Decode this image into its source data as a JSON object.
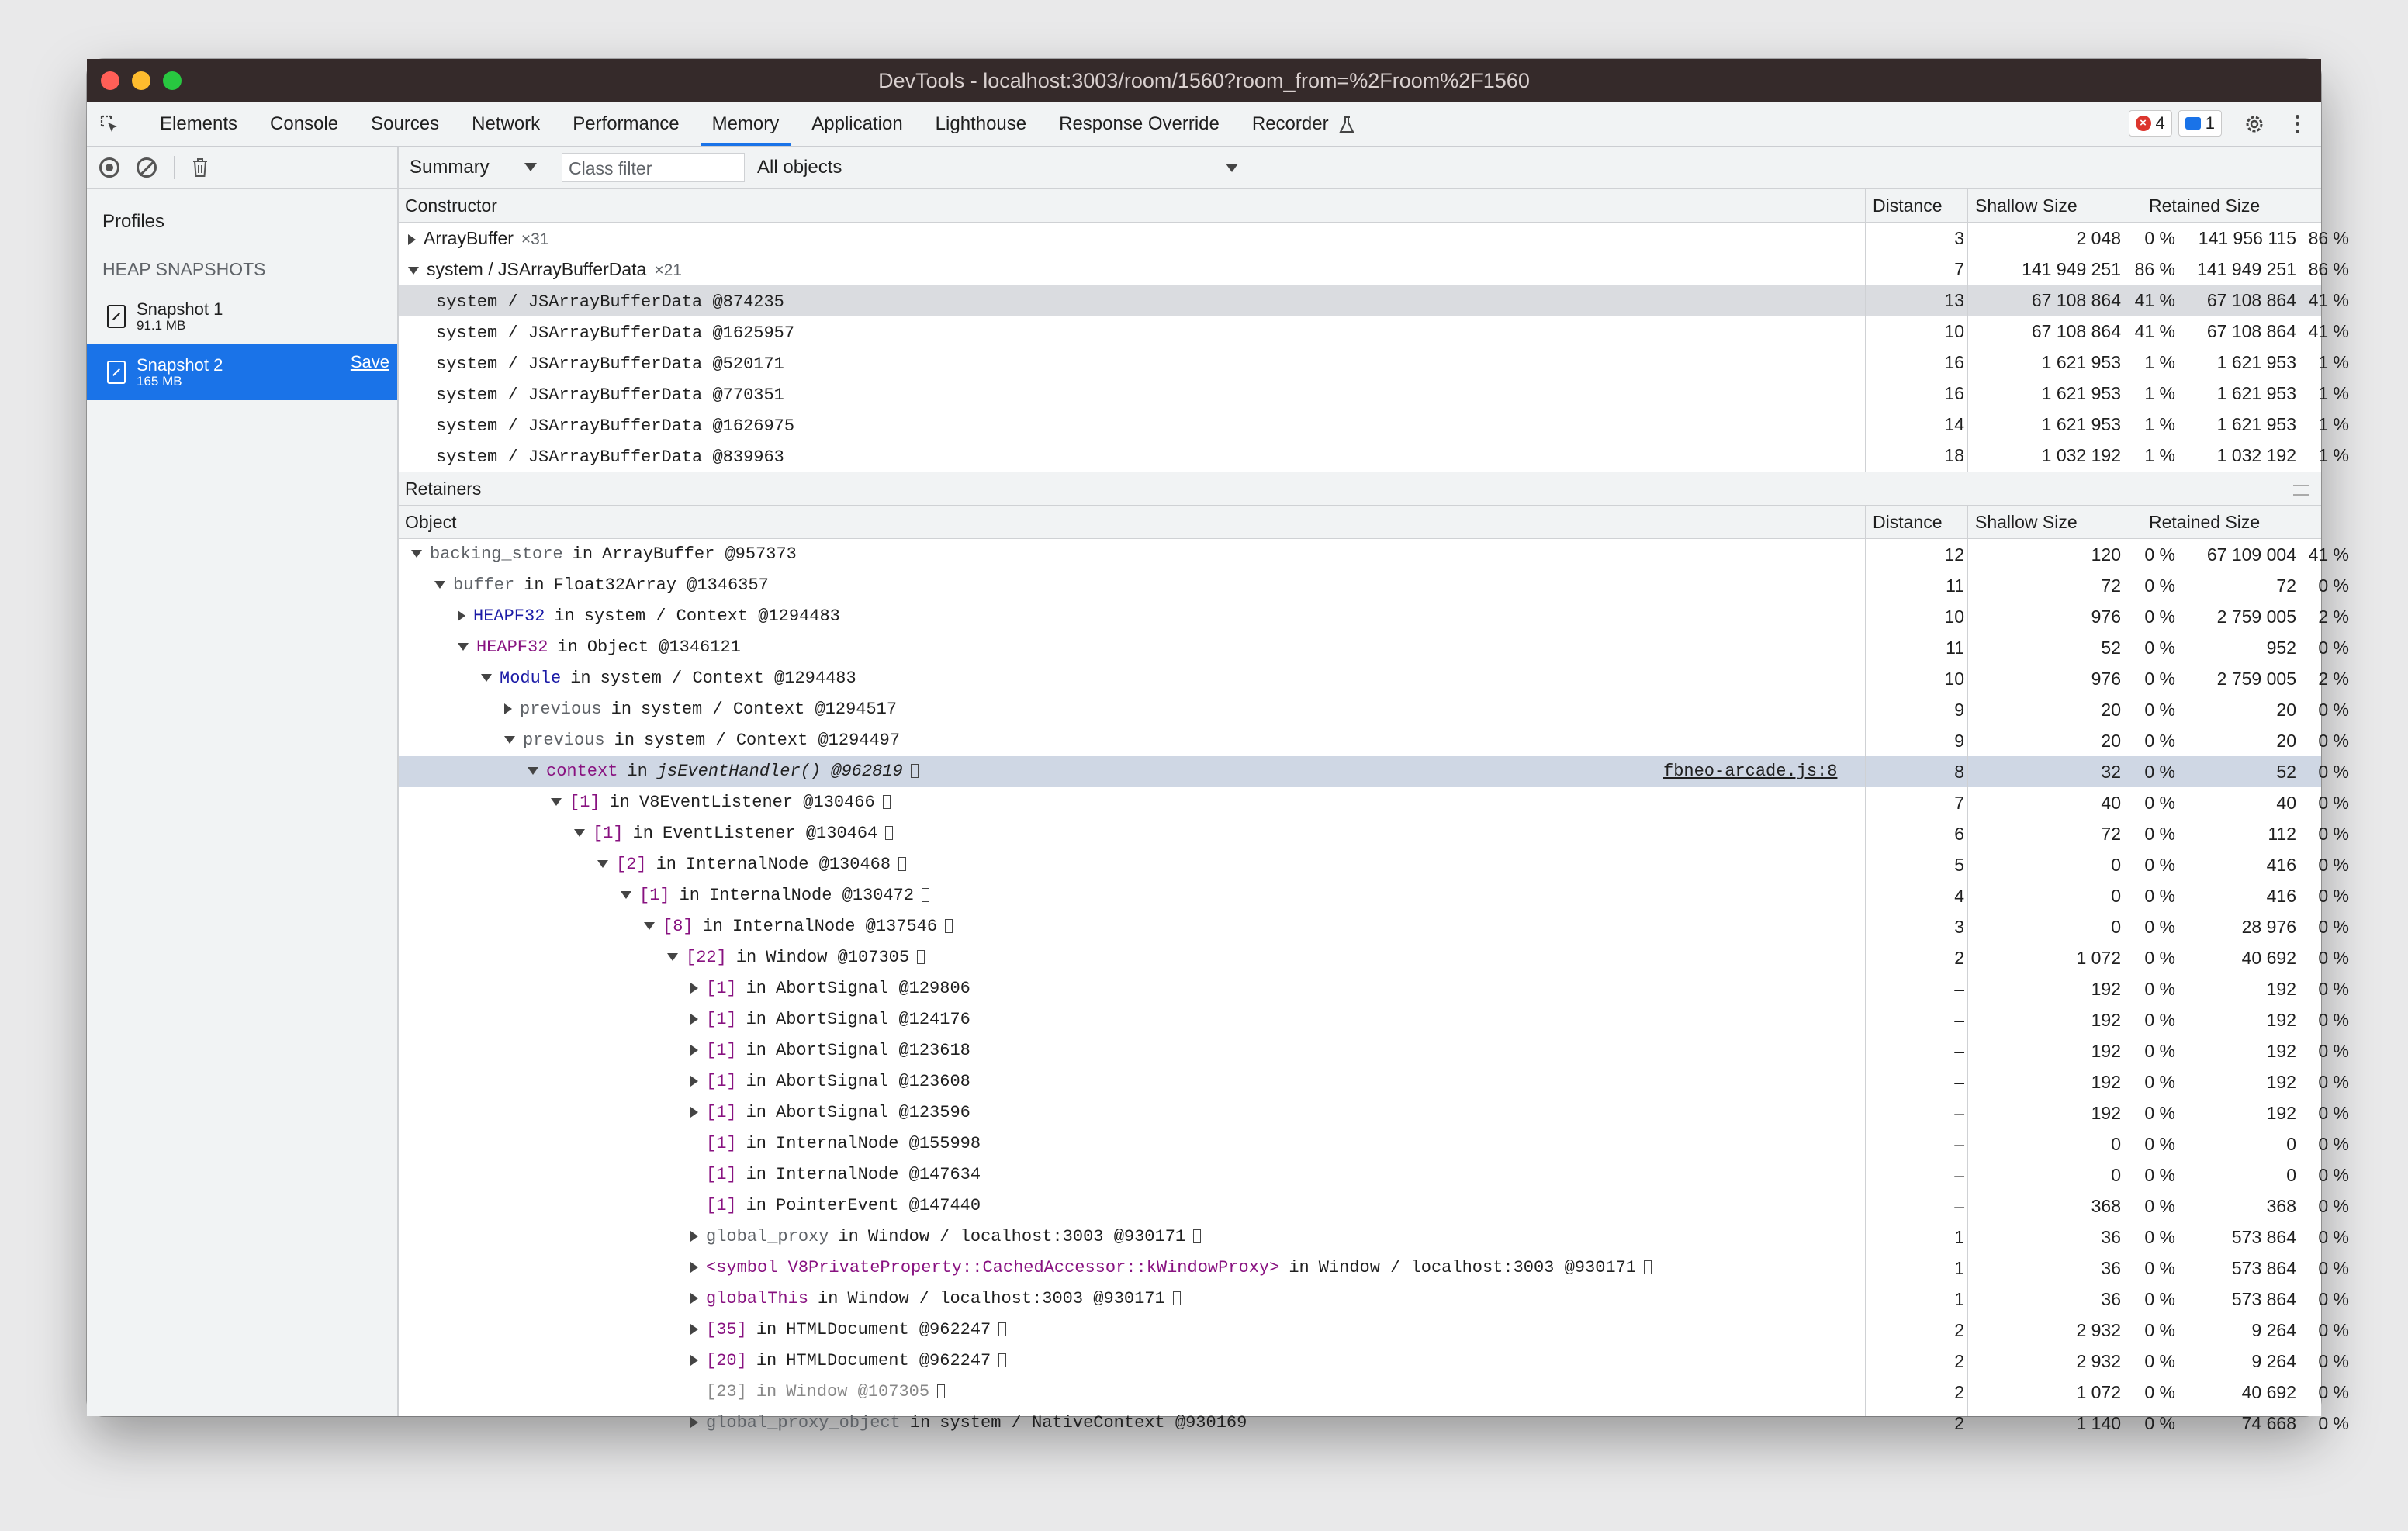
{
  "window": {
    "title": "DevTools - localhost:3003/room/1560?room_from=%2Froom%2F1560"
  },
  "tabs": [
    "Elements",
    "Console",
    "Sources",
    "Network",
    "Performance",
    "Memory",
    "Application",
    "Lighthouse",
    "Response Override",
    "Recorder"
  ],
  "active_tab": "Memory",
  "badges": {
    "errors": "4",
    "messages": "1"
  },
  "sidebar": {
    "profiles_label": "Profiles",
    "heap_title": "HEAP SNAPSHOTS",
    "snapshots": [
      {
        "name": "Snapshot 1",
        "size": "91.1 MB"
      },
      {
        "name": "Snapshot 2",
        "size": "165 MB",
        "save": "Save"
      }
    ]
  },
  "toolbar": {
    "view": "Summary",
    "class_filter_placeholder": "Class filter",
    "objects_filter": "All objects"
  },
  "summary": {
    "columns": {
      "constructor": "Constructor",
      "distance": "Distance",
      "shallow": "Shallow Size",
      "retained": "Retained Size"
    },
    "rows": [
      {
        "name": "ArrayBuffer",
        "count": "×31",
        "distance": "3",
        "shallow": "2 048",
        "shallow_pct": "0 %",
        "retained": "141 956 115",
        "retained_pct": "86 %"
      },
      {
        "name": "system / JSArrayBufferData",
        "count": "×21",
        "distance": "7",
        "shallow": "141 949 251",
        "shallow_pct": "86 %",
        "retained": "141 949 251",
        "retained_pct": "86 %"
      },
      {
        "name": "system / JSArrayBufferData @874235",
        "distance": "13",
        "shallow": "67 108 864",
        "shallow_pct": "41 %",
        "retained": "67 108 864",
        "retained_pct": "41 %"
      },
      {
        "name": "system / JSArrayBufferData @1625957",
        "distance": "10",
        "shallow": "67 108 864",
        "shallow_pct": "41 %",
        "retained": "67 108 864",
        "retained_pct": "41 %"
      },
      {
        "name": "system / JSArrayBufferData @520171",
        "distance": "16",
        "shallow": "1 621 953",
        "shallow_pct": "1 %",
        "retained": "1 621 953",
        "retained_pct": "1 %"
      },
      {
        "name": "system / JSArrayBufferData @770351",
        "distance": "16",
        "shallow": "1 621 953",
        "shallow_pct": "1 %",
        "retained": "1 621 953",
        "retained_pct": "1 %"
      },
      {
        "name": "system / JSArrayBufferData @1626975",
        "distance": "14",
        "shallow": "1 621 953",
        "shallow_pct": "1 %",
        "retained": "1 621 953",
        "retained_pct": "1 %"
      },
      {
        "name": "system / JSArrayBufferData @839963",
        "distance": "18",
        "shallow": "1 032 192",
        "shallow_pct": "1 %",
        "retained": "1 032 192",
        "retained_pct": "1 %"
      }
    ]
  },
  "retainers": {
    "title": "Retainers",
    "columns": {
      "object": "Object",
      "distance": "Distance",
      "shallow": "Shallow Size",
      "retained": "Retained Size"
    },
    "rows": [
      {
        "edge": "backing_store",
        "obj": "ArrayBuffer @957373",
        "distance": "12",
        "shallow": "120",
        "shallow_pct": "0 %",
        "retained": "67 109 004",
        "retained_pct": "41 %"
      },
      {
        "edge": "buffer",
        "obj": "Float32Array @1346357",
        "distance": "11",
        "shallow": "72",
        "shallow_pct": "0 %",
        "retained": "72",
        "retained_pct": "0 %"
      },
      {
        "edge": "HEAPF32",
        "obj": "system / Context @1294483",
        "distance": "10",
        "shallow": "976",
        "shallow_pct": "0 %",
        "retained": "2 759 005",
        "retained_pct": "2 %"
      },
      {
        "edge": "HEAPF32",
        "obj": "Object @1346121",
        "distance": "11",
        "shallow": "52",
        "shallow_pct": "0 %",
        "retained": "952",
        "retained_pct": "0 %"
      },
      {
        "edge": "Module",
        "obj": "system / Context @1294483",
        "distance": "10",
        "shallow": "976",
        "shallow_pct": "0 %",
        "retained": "2 759 005",
        "retained_pct": "2 %"
      },
      {
        "edge": "previous",
        "obj": "system / Context @1294517",
        "distance": "9",
        "shallow": "20",
        "shallow_pct": "0 %",
        "retained": "20",
        "retained_pct": "0 %"
      },
      {
        "edge": "previous",
        "obj": "system / Context @1294497",
        "distance": "9",
        "shallow": "20",
        "shallow_pct": "0 %",
        "retained": "20",
        "retained_pct": "0 %"
      },
      {
        "edge": "context",
        "obj": "jsEventHandler() @962819",
        "link": "fbneo-arcade.js:8",
        "distance": "8",
        "shallow": "32",
        "shallow_pct": "0 %",
        "retained": "52",
        "retained_pct": "0 %"
      },
      {
        "edge": "[1]",
        "obj": "V8EventListener @130466",
        "distance": "7",
        "shallow": "40",
        "shallow_pct": "0 %",
        "retained": "40",
        "retained_pct": "0 %"
      },
      {
        "edge": "[1]",
        "obj": "EventListener @130464",
        "distance": "6",
        "shallow": "72",
        "shallow_pct": "0 %",
        "retained": "112",
        "retained_pct": "0 %"
      },
      {
        "edge": "[2]",
        "obj": "InternalNode @130468",
        "distance": "5",
        "shallow": "0",
        "shallow_pct": "0 %",
        "retained": "416",
        "retained_pct": "0 %"
      },
      {
        "edge": "[1]",
        "obj": "InternalNode @130472",
        "distance": "4",
        "shallow": "0",
        "shallow_pct": "0 %",
        "retained": "416",
        "retained_pct": "0 %"
      },
      {
        "edge": "[8]",
        "obj": "InternalNode @137546",
        "distance": "3",
        "shallow": "0",
        "shallow_pct": "0 %",
        "retained": "28 976",
        "retained_pct": "0 %"
      },
      {
        "edge": "[22]",
        "obj": "Window @107305",
        "distance": "2",
        "shallow": "1 072",
        "shallow_pct": "0 %",
        "retained": "40 692",
        "retained_pct": "0 %"
      },
      {
        "edge": "[1]",
        "obj": "AbortSignal @129806",
        "distance": "–",
        "shallow": "192",
        "shallow_pct": "0 %",
        "retained": "192",
        "retained_pct": "0 %"
      },
      {
        "edge": "[1]",
        "obj": "AbortSignal @124176",
        "distance": "–",
        "shallow": "192",
        "shallow_pct": "0 %",
        "retained": "192",
        "retained_pct": "0 %"
      },
      {
        "edge": "[1]",
        "obj": "AbortSignal @123618",
        "distance": "–",
        "shallow": "192",
        "shallow_pct": "0 %",
        "retained": "192",
        "retained_pct": "0 %"
      },
      {
        "edge": "[1]",
        "obj": "AbortSignal @123608",
        "distance": "–",
        "shallow": "192",
        "shallow_pct": "0 %",
        "retained": "192",
        "retained_pct": "0 %"
      },
      {
        "edge": "[1]",
        "obj": "AbortSignal @123596",
        "distance": "–",
        "shallow": "192",
        "shallow_pct": "0 %",
        "retained": "192",
        "retained_pct": "0 %"
      },
      {
        "edge": "[1]",
        "obj": "InternalNode @155998",
        "distance": "–",
        "shallow": "0",
        "shallow_pct": "0 %",
        "retained": "0",
        "retained_pct": "0 %"
      },
      {
        "edge": "[1]",
        "obj": "InternalNode @147634",
        "distance": "–",
        "shallow": "0",
        "shallow_pct": "0 %",
        "retained": "0",
        "retained_pct": "0 %"
      },
      {
        "edge": "[1]",
        "obj": "PointerEvent @147440",
        "distance": "–",
        "shallow": "368",
        "shallow_pct": "0 %",
        "retained": "368",
        "retained_pct": "0 %"
      },
      {
        "edge": "global_proxy",
        "obj": "Window / localhost:3003 @930171",
        "distance": "1",
        "shallow": "36",
        "shallow_pct": "0 %",
        "retained": "573 864",
        "retained_pct": "0 %"
      },
      {
        "edge": "<symbol V8PrivateProperty::CachedAccessor::kWindowProxy>",
        "obj": "Window / localhost:3003 @930171",
        "distance": "1",
        "shallow": "36",
        "shallow_pct": "0 %",
        "retained": "573 864",
        "retained_pct": "0 %"
      },
      {
        "edge": "globalThis",
        "obj": "Window / localhost:3003 @930171",
        "distance": "1",
        "shallow": "36",
        "shallow_pct": "0 %",
        "retained": "573 864",
        "retained_pct": "0 %"
      },
      {
        "edge": "[35]",
        "obj": "HTMLDocument @962247",
        "distance": "2",
        "shallow": "2 932",
        "shallow_pct": "0 %",
        "retained": "9 264",
        "retained_pct": "0 %"
      },
      {
        "edge": "[20]",
        "obj": "HTMLDocument @962247",
        "distance": "2",
        "shallow": "2 932",
        "shallow_pct": "0 %",
        "retained": "9 264",
        "retained_pct": "0 %"
      },
      {
        "edge": "[23]",
        "obj": "Window @107305",
        "distance": "2",
        "shallow": "1 072",
        "shallow_pct": "0 %",
        "retained": "40 692",
        "retained_pct": "0 %"
      },
      {
        "edge": "global_proxy_object",
        "obj": "system / NativeContext @930169",
        "distance": "2",
        "shallow": "1 140",
        "shallow_pct": "0 %",
        "retained": "74 668",
        "retained_pct": "0 %"
      }
    ]
  },
  "in_word": "in"
}
